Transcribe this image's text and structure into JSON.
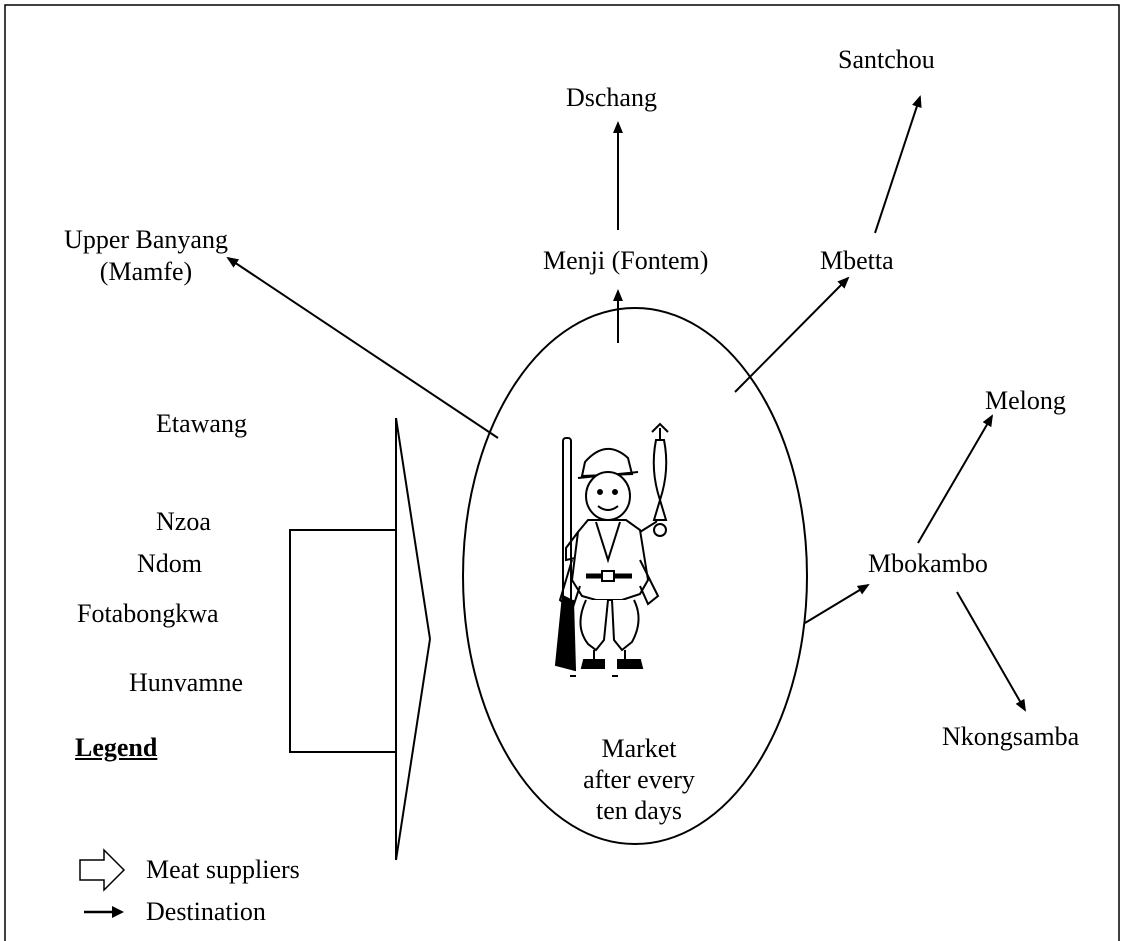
{
  "places": {
    "santchou": "Santchou",
    "dschang": "Dschang",
    "upper_banyang_line1": "Upper Banyang",
    "upper_banyang_line2": "(Mamfe)",
    "menji": "Menji (Fontem)",
    "mbetta": "Mbetta",
    "melong": "Melong",
    "mbokambo": "Mbokambo",
    "nkongsamba": "Nkongsamba"
  },
  "suppliers": [
    "Etawang",
    "Nzoa",
    "Ndom",
    "Fotabongkwa",
    "Hunvamne"
  ],
  "market": {
    "line1": "Market",
    "line2": "after every",
    "line3": "ten days",
    "figure_icon": "hunter-with-rifle-and-game-icon"
  },
  "legend": {
    "title": "Legend",
    "suppliers_label": "Meat suppliers",
    "destination_label": "Destination",
    "suppliers_icon": "hollow-arrow-icon",
    "destination_icon": "solid-arrow-icon"
  }
}
